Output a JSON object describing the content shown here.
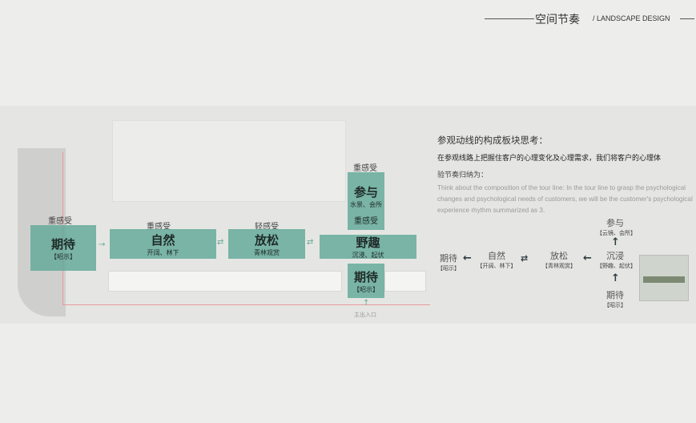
{
  "header": {
    "title": "空间节奏",
    "subtitle": "/ LANDSCAPE DESIGN"
  },
  "plan": {
    "nodes": [
      {
        "title": "期待",
        "sub": "【昭示】",
        "feel": "重感受"
      },
      {
        "title": "自然",
        "sub": "开阔、林下",
        "feel": "重感受"
      },
      {
        "title": "放松",
        "sub": "青林观赏",
        "feel": "轻感受"
      },
      {
        "title": "野趣",
        "sub": "沉浸、起伏",
        "feel": "重感受"
      },
      {
        "title": "参与",
        "sub": "水景、会所",
        "feel": "重感受"
      },
      {
        "title": "期待",
        "sub": "【昭示】"
      }
    ],
    "entrance": "主出入口"
  },
  "text": {
    "title": "参观动线的构成板块思考：",
    "line1": "在参观线路上把握住客户的心理变化及心理需求，我们将客户的心理体",
    "line2": "验节奏归纳为：",
    "english": "Think about the composition of the tour line: In the tour line to grasp the psychological changes and psychological needs of customers, we will be the customer's psychological experience rhythm summarized as 3."
  },
  "flow": [
    {
      "title": "期待",
      "sub": "【昭示】"
    },
    {
      "title": "自然",
      "sub": "【开阔、林下】"
    },
    {
      "title": "放松",
      "sub": "【青林观赏】"
    },
    {
      "title": "沉浸",
      "sub": "【野趣、起伏】"
    },
    {
      "title": "参与",
      "sub": "【云镜、会所】"
    },
    {
      "title": "期待",
      "sub": "【昭示】"
    }
  ]
}
